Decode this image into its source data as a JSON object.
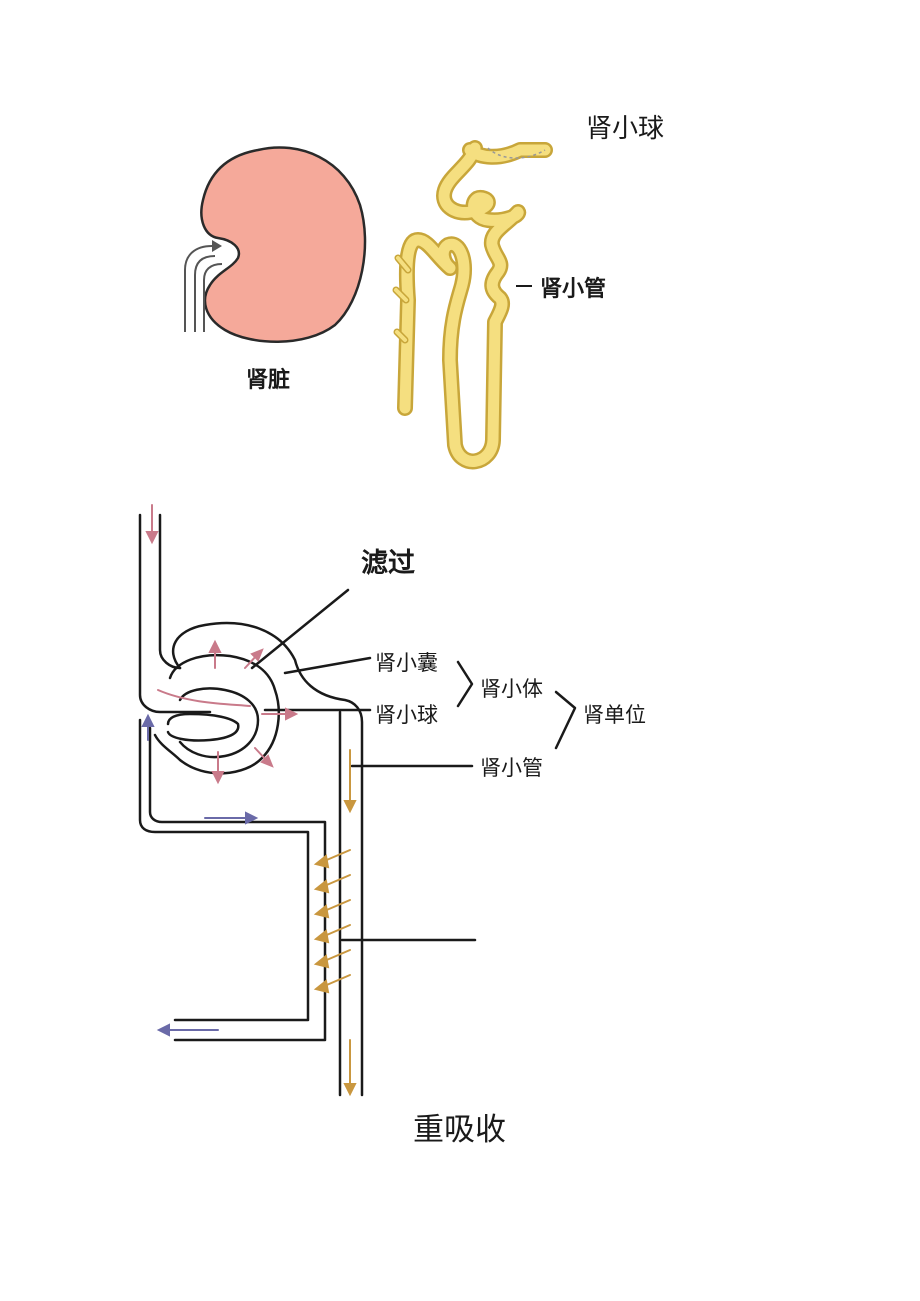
{
  "top_figure": {
    "label_glomerulus": "肾小球",
    "label_tubule": "肾小管",
    "label_kidney": "肾脏"
  },
  "bottom_figure": {
    "label_filtration": "滤过",
    "label_capsule": "肾小囊",
    "label_glomerulus": "肾小球",
    "label_corpuscle": "肾小体",
    "label_nephron": "肾单位",
    "label_tubule": "肾小管"
  },
  "caption": "重吸收",
  "colors": {
    "kidney_fill": "#f5a99a",
    "tubule_fill": "#f5df80",
    "tubule_outline": "#c8a63a",
    "line": "#1a1a1a",
    "arrow_red": "#c97a8a",
    "arrow_blue": "#6a6aa8",
    "arrow_orange": "#c9973f"
  }
}
